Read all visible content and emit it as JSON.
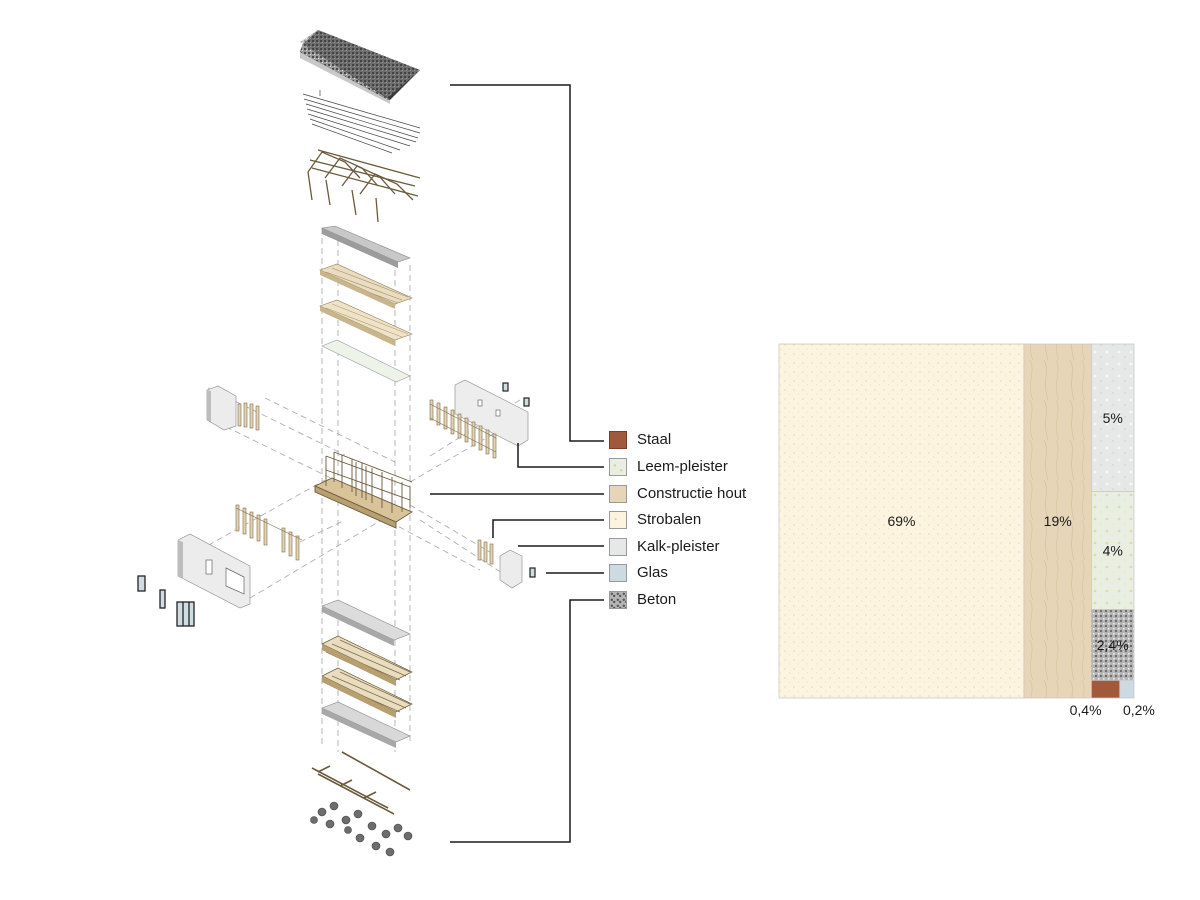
{
  "legend": {
    "items": [
      {
        "key": "staal",
        "label": "Staal",
        "color": "#a0593a"
      },
      {
        "key": "leem",
        "label": "Leem-pleister",
        "color": "#e8eee2"
      },
      {
        "key": "hout",
        "label": "Constructie hout",
        "color": "#e6d5b6"
      },
      {
        "key": "stro",
        "label": "Strobalen",
        "color": "#fcf4de"
      },
      {
        "key": "kalk",
        "label": "Kalk-pleister",
        "color": "#e6e8e8"
      },
      {
        "key": "glas",
        "label": "Glas",
        "color": "#ccdbe1"
      },
      {
        "key": "beton",
        "label": "Beton",
        "color": "#b4b4b4"
      }
    ]
  },
  "chart_data": {
    "type": "treemap",
    "cells": [
      {
        "material": "Strobalen",
        "value": 69,
        "label": "69%"
      },
      {
        "material": "Constructie hout",
        "value": 19,
        "label": "19%"
      },
      {
        "material": "Kalk-pleister",
        "value": 5,
        "label": "5%"
      },
      {
        "material": "Leem-pleister",
        "value": 4,
        "label": "4%"
      },
      {
        "material": "Beton",
        "value": 2.4,
        "label": "2,4%"
      },
      {
        "material": "Staal",
        "value": 0.4,
        "label": "0,4%"
      },
      {
        "material": "Glas",
        "value": 0.2,
        "label": "0,2%"
      }
    ]
  }
}
